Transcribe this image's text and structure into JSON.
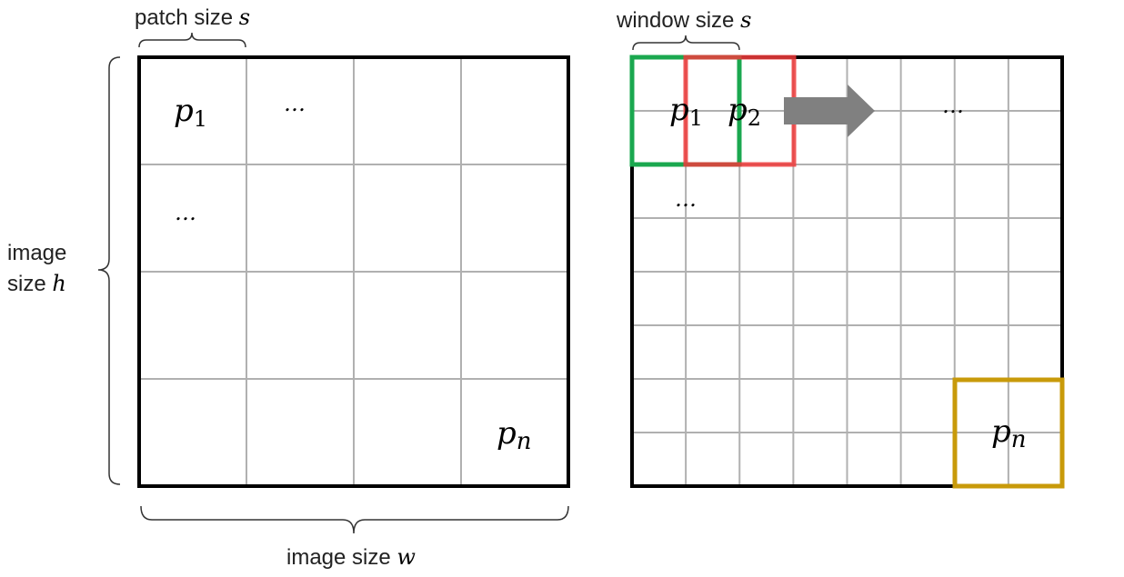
{
  "left_panel": {
    "top_label": "patch size",
    "top_var": "s",
    "side_label_line1": "image",
    "side_label_line2": "size",
    "side_var": "h",
    "bottom_label": "image size",
    "bottom_var": "w",
    "p1_base": "p",
    "p1_sub": "1",
    "pn_base": "p",
    "pn_sub": "n",
    "ellipsis_h": "…",
    "ellipsis_v": "…"
  },
  "right_panel": {
    "top_label": "window size",
    "top_var": "s",
    "p1_base": "p",
    "p1_sub": "1",
    "p2_base": "p",
    "p2_sub": "2",
    "pn_base": "p",
    "pn_sub": "n",
    "ellipsis_h": "…",
    "ellipsis_v": "…"
  },
  "colors": {
    "grid": "#b0b0b0",
    "frame": "#000000",
    "window_first": "#1aa84f",
    "window_second": "#ee3b3b",
    "window_last": "#c89a0a",
    "arrow": "#808080"
  }
}
